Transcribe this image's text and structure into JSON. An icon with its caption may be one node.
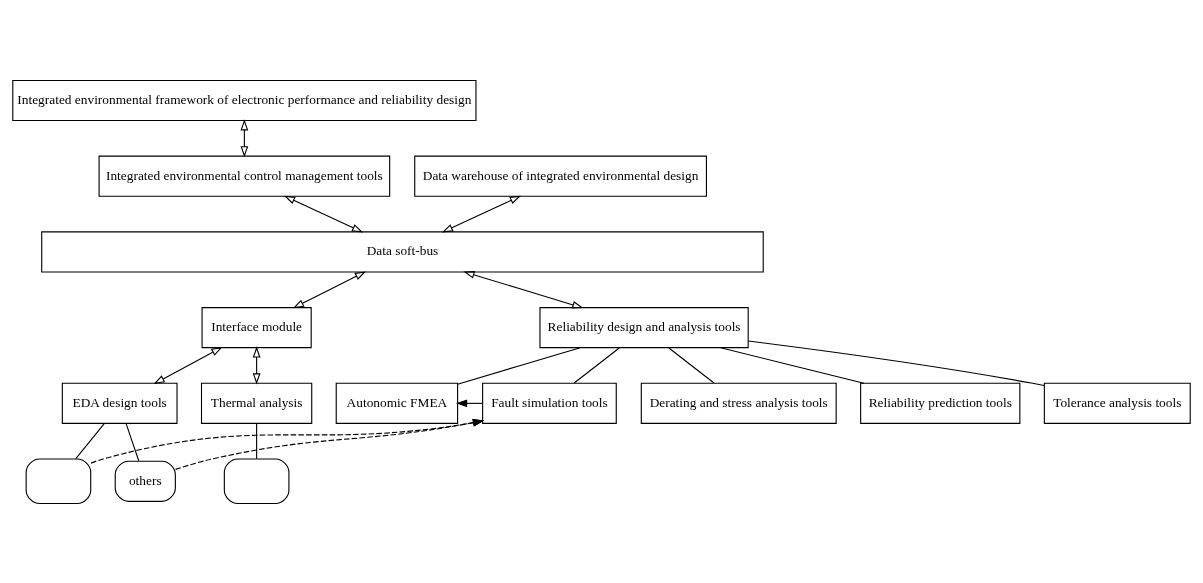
{
  "diagram": {
    "nodes": [
      {
        "text": [
          "Integrated environmental framework of electronic performance and reliability design"
        ]
      },
      {
        "text": [
          "Integrated environmental control management tools"
        ]
      },
      {
        "text": [
          "Data warehouse of integrated environmental design"
        ]
      },
      {
        "text": [
          "Data soft-bus"
        ]
      },
      {
        "text": [
          "Interface module"
        ]
      },
      {
        "text": [
          "Reliability design and analysis tools"
        ]
      },
      {
        "text": [
          "EDA design tools"
        ]
      },
      {
        "text": [
          "Thermal analysis"
        ]
      },
      {
        "text": [],
        "shape": "box"
      },
      {
        "text": [
          "others"
        ]
      },
      {
        "text": [],
        "shape": "box"
      },
      {
        "text": [
          "Autonomic FMEA"
        ]
      },
      {
        "text": [
          "Fault simulation tools"
        ]
      },
      {
        "text": [
          "Derating and stress analysis tools"
        ]
      },
      {
        "text": [
          "Reliability prediction tools"
        ]
      },
      {
        "text": [
          "Tolerance analysis tools"
        ]
      }
    ],
    "edges": [
      {
        "from": 0,
        "to": 1,
        "arrow": "both"
      },
      {
        "from": 1,
        "to": 3,
        "arrow": "both"
      },
      {
        "from": 2,
        "to": 3,
        "arrow": "both"
      },
      {
        "from": 3,
        "to": 4,
        "arrow": "both"
      },
      {
        "from": 3,
        "to": 5,
        "arrow": "both"
      },
      {
        "from": 4,
        "to": 6,
        "arrow": "both"
      },
      {
        "from": 4,
        "to": 7,
        "arrow": "both"
      },
      {
        "from": 6,
        "to": 8,
        "arrow": "none"
      },
      {
        "from": 6,
        "to": 9,
        "arrow": "none"
      },
      {
        "from": 7,
        "to": 10,
        "arrow": "none"
      },
      {
        "from": 5,
        "to": 11,
        "arrow": "none"
      },
      {
        "from": 5,
        "to": 12,
        "arrow": "none"
      },
      {
        "from": 5,
        "to": 13,
        "arrow": "none"
      },
      {
        "from": 5,
        "to": 14,
        "arrow": "none"
      },
      {
        "from": 5,
        "to": 15,
        "arrow": "none"
      },
      {
        "from": 12,
        "to": 11,
        "arrow": "to"
      },
      {
        "from": 8,
        "to": 12,
        "arrow": "to",
        "style": "dashed"
      },
      {
        "from": 9,
        "to": 12,
        "arrow": "to",
        "style": "dashed"
      }
    ]
  }
}
